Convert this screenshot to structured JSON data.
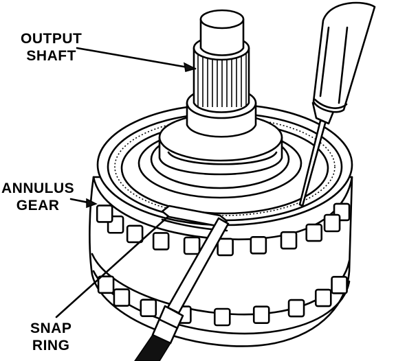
{
  "labels": {
    "output_shaft": {
      "line1": "OUTPUT",
      "line2": "SHAFT"
    },
    "annulus_gear": {
      "line1": "ANNULUS",
      "line2": "GEAR"
    },
    "snap_ring": {
      "line1": "SNAP",
      "line2": "RING"
    }
  },
  "colors": {
    "ink": "#000000",
    "paper": "#ffffff"
  }
}
